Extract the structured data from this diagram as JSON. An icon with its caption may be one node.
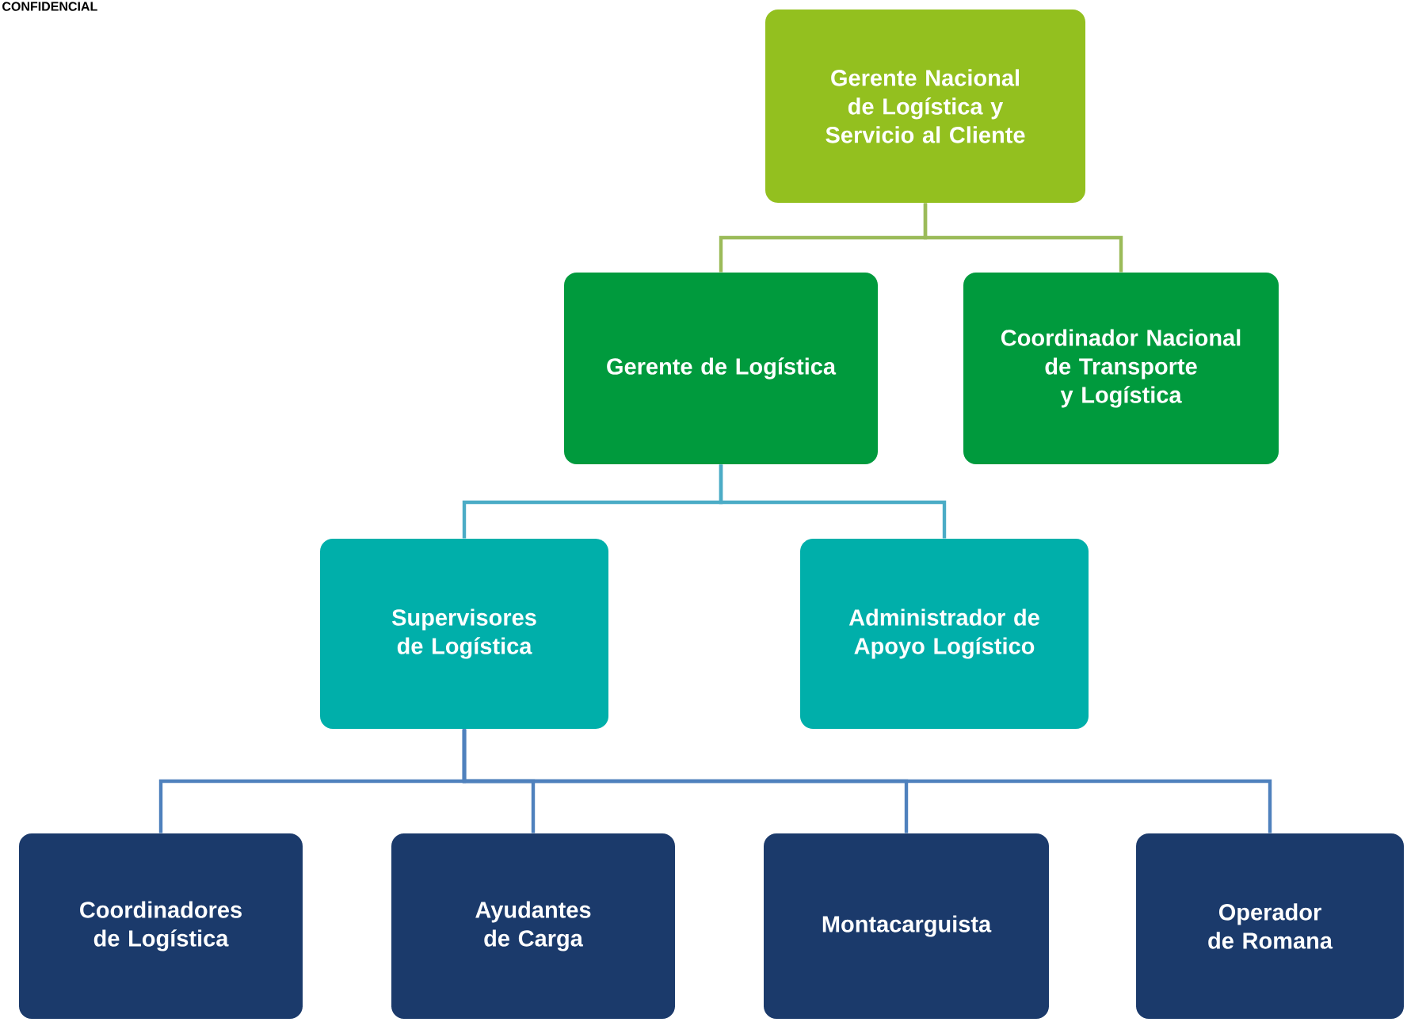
{
  "diagram": {
    "nodes": [
      {
        "text": [
          "Gerente Nacional de Logística y Servicio al Cliente"
        ]
      },
      {
        "text": [
          "Gerente de Logística"
        ]
      },
      {
        "text": [
          "Coordinador Nacional de Transporte y Logística"
        ]
      },
      {
        "text": [
          "Supervisores de Logística"
        ]
      },
      {
        "text": [
          "Administrador de Apoyo Logístico"
        ]
      },
      {
        "text": [
          "Coordinadores de Logística"
        ]
      },
      {
        "text": [
          "Ayudantes de Carga"
        ]
      },
      {
        "text": [
          "Montacarguista"
        ]
      },
      {
        "text": [
          "Operador de Romana"
        ]
      }
    ],
    "edges": [
      {
        "from": 0,
        "to": 1,
        "arrow": "none",
        "color": "#9bbb59"
      },
      {
        "from": 0,
        "to": 2,
        "arrow": "none",
        "color": "#9bbb59"
      },
      {
        "from": 1,
        "to": 3,
        "arrow": "none",
        "color": "#4bacc6"
      },
      {
        "from": 1,
        "to": 4,
        "arrow": "none",
        "color": "#4bacc6"
      },
      {
        "from": 3,
        "to": 5,
        "arrow": "none",
        "color": "#4f81bd"
      },
      {
        "from": 3,
        "to": 6,
        "arrow": "none",
        "color": "#4f81bd"
      },
      {
        "from": 3,
        "to": 7,
        "arrow": "none",
        "color": "#4f81bd"
      },
      {
        "from": 3,
        "to": 8,
        "arrow": "none",
        "color": "#4f81bd"
      }
    ],
    "labels": [
      "CONFIDENCIAL"
    ]
  }
}
